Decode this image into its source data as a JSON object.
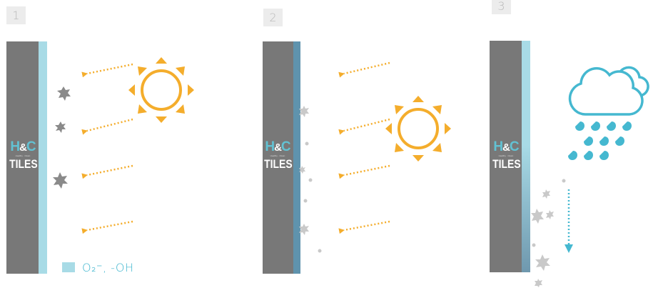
{
  "panels": [
    {
      "step": "1",
      "tile_brand": "H&C",
      "tile_tagline": "Healthy · Clean",
      "tile_word": "TILES",
      "film_color": "#a8dbe6",
      "state": "sun-activates-coating"
    },
    {
      "step": "2",
      "tile_brand": "H&C",
      "tile_tagline": "Healthy · Clean",
      "tile_word": "TILES",
      "film_color": "#5f93ad",
      "state": "dirt-decomposed"
    },
    {
      "step": "3",
      "tile_brand": "H&C",
      "tile_tagline": "Healthy · Clean",
      "tile_word": "TILES",
      "film_color": "#a8dbe6",
      "state": "rain-washes-away"
    }
  ],
  "legend": {
    "swatch_color": "#a8dbe6",
    "label": "O₂⁻, -OH"
  },
  "colors": {
    "sun": "#f4ad2c",
    "rain": "#45b8d0",
    "dirt": "#8a8a8a",
    "tile": "#787878"
  },
  "icons": [
    "sun-icon",
    "cloud-rain-icon",
    "light-ray-arrow-icon",
    "dirt-particle-icon",
    "down-arrow-icon"
  ]
}
